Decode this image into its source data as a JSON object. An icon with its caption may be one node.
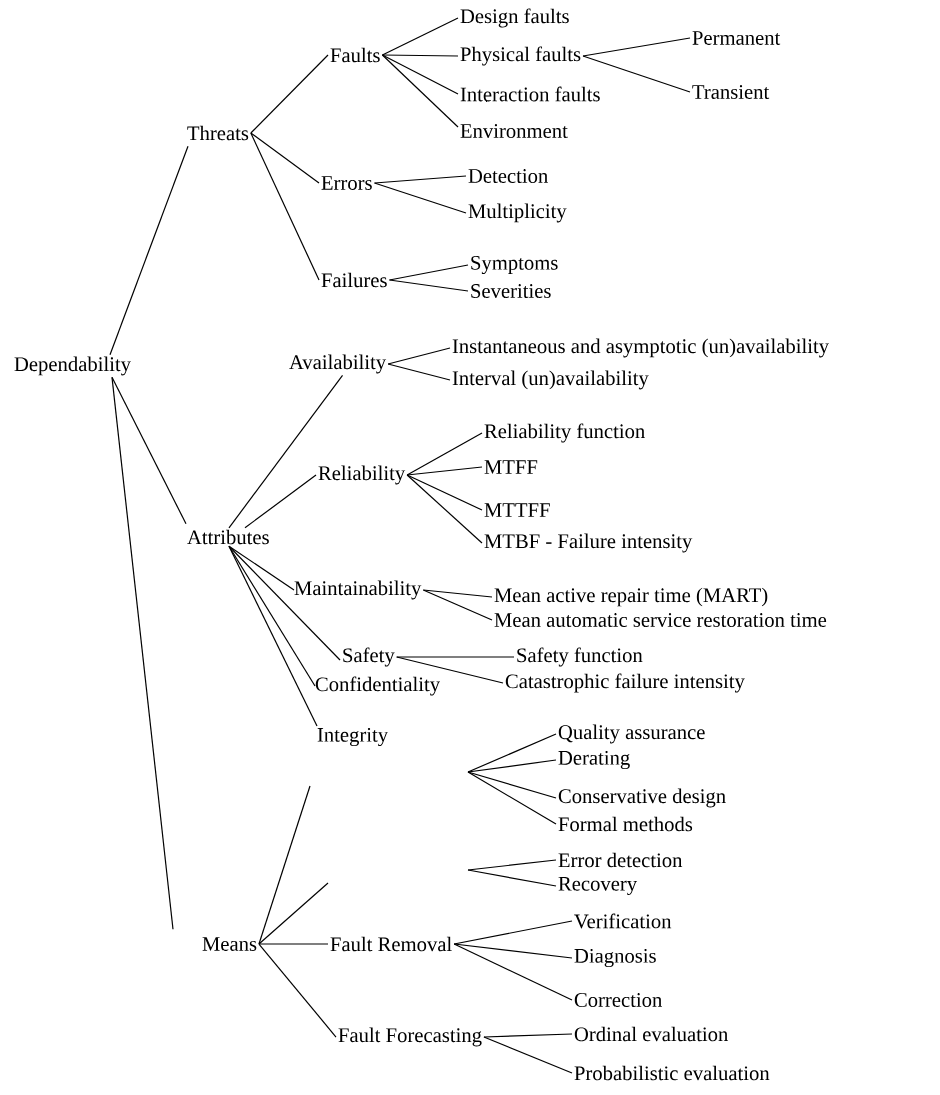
{
  "diagram": {
    "nodes": [
      {
        "text": [
          "Dependability"
        ]
      },
      {
        "text": [
          "Threats"
        ]
      },
      {
        "text": [
          "Faults"
        ]
      },
      {
        "text": [
          "Design faults"
        ]
      },
      {
        "text": [
          "Physical faults"
        ]
      },
      {
        "text": [
          "Permanent"
        ]
      },
      {
        "text": [
          "Transient"
        ]
      },
      {
        "text": [
          "Interaction faults"
        ]
      },
      {
        "text": [
          "Environment"
        ]
      },
      {
        "text": [
          "Errors"
        ]
      },
      {
        "text": [
          "Detection"
        ]
      },
      {
        "text": [
          "Multiplicity"
        ]
      },
      {
        "text": [
          "Failures"
        ]
      },
      {
        "text": [
          "Symptoms"
        ]
      },
      {
        "text": [
          "Severities"
        ]
      },
      {
        "text": [
          "Attributes"
        ]
      },
      {
        "text": [
          "Availability"
        ]
      },
      {
        "text": [
          "Instantaneous  and asymptotic (un)availability"
        ]
      },
      {
        "text": [
          "Interval (un)availability"
        ]
      },
      {
        "text": [
          "Reliability"
        ]
      },
      {
        "text": [
          "Reliability function"
        ]
      },
      {
        "text": [
          "MTFF"
        ]
      },
      {
        "text": [
          "MTTFF"
        ]
      },
      {
        "text": [
          "MTBF - Failure intensity"
        ]
      },
      {
        "text": [
          "Maintainability"
        ]
      },
      {
        "text": [
          "Mean active repair time (MART)"
        ]
      },
      {
        "text": [
          "Mean automatic service restoration time"
        ]
      },
      {
        "text": [
          "Safety"
        ]
      },
      {
        "text": [
          "Safety function"
        ]
      },
      {
        "text": [
          "Catastrophic failure intensity"
        ]
      },
      {
        "text": [
          "Confidentiality"
        ]
      },
      {
        "text": [
          "Integrity"
        ]
      },
      {
        "text": [
          "Quality assurance"
        ]
      },
      {
        "text": [
          "Derating"
        ]
      },
      {
        "text": [
          "Conservative design"
        ]
      },
      {
        "text": [
          "Formal methods"
        ]
      },
      {
        "text": [
          "Error detection"
        ]
      },
      {
        "text": [
          "Recovery"
        ]
      },
      {
        "text": [
          "Means"
        ]
      },
      {
        "text": [
          "Fault Removal"
        ]
      },
      {
        "text": [
          "Verification"
        ]
      },
      {
        "text": [
          "Diagnosis"
        ]
      },
      {
        "text": [
          "Correction"
        ]
      },
      {
        "text": [
          "Fault Forecasting"
        ]
      },
      {
        "text": [
          "Ordinal evaluation"
        ]
      },
      {
        "text": [
          "Probabilistic evaluation"
        ]
      }
    ],
    "edges": [
      {
        "from": 0,
        "to": 1,
        "arrow": "none"
      },
      {
        "from": 0,
        "to": 15,
        "arrow": "none"
      },
      {
        "from": 0,
        "to": 38,
        "arrow": "none"
      },
      {
        "from": 1,
        "to": 2,
        "arrow": "none"
      },
      {
        "from": 2,
        "to": 3,
        "arrow": "none"
      },
      {
        "from": 2,
        "to": 4,
        "arrow": "none"
      },
      {
        "from": 4,
        "to": 5,
        "arrow": "none"
      },
      {
        "from": 4,
        "to": 6,
        "arrow": "none"
      },
      {
        "from": 2,
        "to": 7,
        "arrow": "none"
      },
      {
        "from": 2,
        "to": 8,
        "arrow": "none"
      },
      {
        "from": 1,
        "to": 9,
        "arrow": "none"
      },
      {
        "from": 9,
        "to": 10,
        "arrow": "none"
      },
      {
        "from": 9,
        "to": 11,
        "arrow": "none"
      },
      {
        "from": 1,
        "to": 12,
        "arrow": "none"
      },
      {
        "from": 12,
        "to": 13,
        "arrow": "none"
      },
      {
        "from": 12,
        "to": 14,
        "arrow": "none"
      },
      {
        "from": 15,
        "to": 16,
        "arrow": "none"
      },
      {
        "from": 16,
        "to": 17,
        "arrow": "none"
      },
      {
        "from": 16,
        "to": 18,
        "arrow": "none"
      },
      {
        "from": 15,
        "to": 19,
        "arrow": "none"
      },
      {
        "from": 19,
        "to": 20,
        "arrow": "none"
      },
      {
        "from": 19,
        "to": 21,
        "arrow": "none"
      },
      {
        "from": 19,
        "to": 22,
        "arrow": "none"
      },
      {
        "from": 19,
        "to": 23,
        "arrow": "none"
      },
      {
        "from": 15,
        "to": 24,
        "arrow": "none"
      },
      {
        "from": 24,
        "to": 25,
        "arrow": "none"
      },
      {
        "from": 24,
        "to": 26,
        "arrow": "none"
      },
      {
        "from": 15,
        "to": 27,
        "arrow": "none"
      },
      {
        "from": 27,
        "to": 28,
        "arrow": "none"
      },
      {
        "from": 27,
        "to": 29,
        "arrow": "none"
      },
      {
        "from": 15,
        "to": 30,
        "arrow": "none"
      },
      {
        "from": 15,
        "to": 31,
        "arrow": "none"
      },
      {
        "from": 38,
        "to": null,
        "arrow": "none"
      },
      {
        "from": 38,
        "to": null,
        "arrow": "none"
      },
      {
        "from": 38,
        "to": 39,
        "arrow": "none"
      },
      {
        "from": 39,
        "to": 40,
        "arrow": "none"
      },
      {
        "from": 39,
        "to": 41,
        "arrow": "none"
      },
      {
        "from": 39,
        "to": 42,
        "arrow": "none"
      },
      {
        "from": 38,
        "to": 43,
        "arrow": "none"
      },
      {
        "from": 43,
        "to": 44,
        "arrow": "none"
      },
      {
        "from": 43,
        "to": 45,
        "arrow": "none"
      },
      {
        "from": null,
        "to": 32,
        "arrow": "none"
      },
      {
        "from": null,
        "to": 33,
        "arrow": "none"
      },
      {
        "from": null,
        "to": 34,
        "arrow": "none"
      },
      {
        "from": null,
        "to": 35,
        "arrow": "none"
      },
      {
        "from": null,
        "to": 36,
        "arrow": "none"
      },
      {
        "from": null,
        "to": 37,
        "arrow": "none"
      }
    ]
  }
}
